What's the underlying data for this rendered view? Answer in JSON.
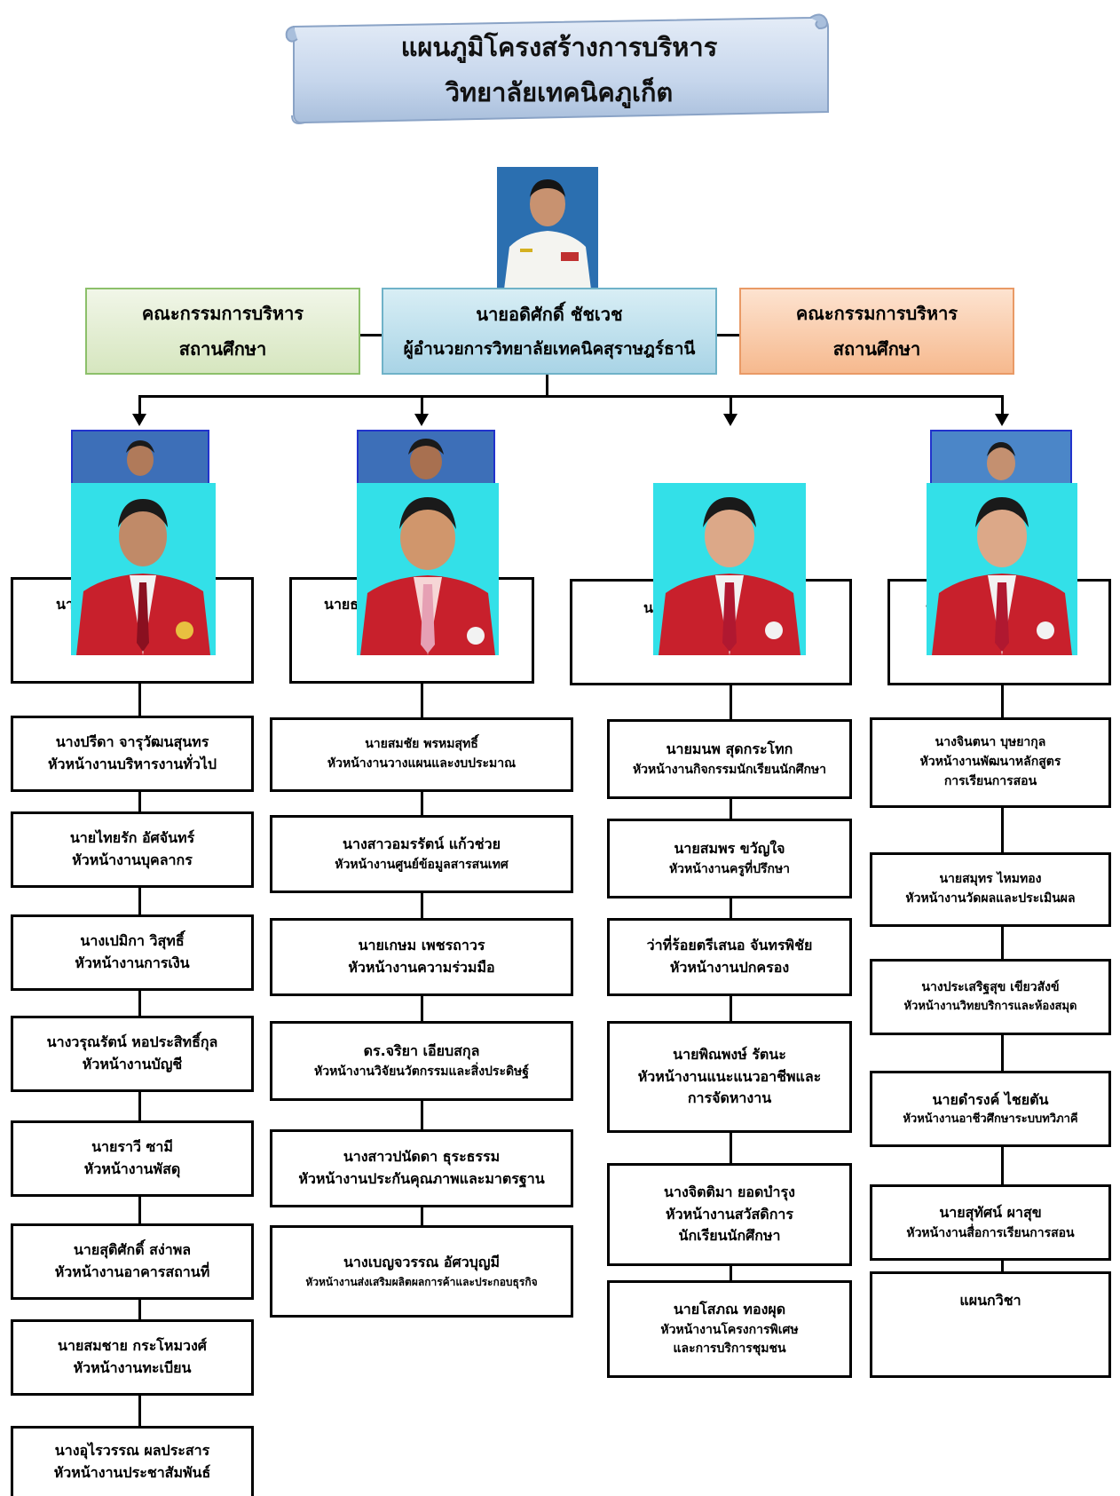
{
  "title": {
    "line1": "แผนภูมิโครงสร้างการบริหาร",
    "line2": "วิทยาลัยเทคนิคภูเก็ต"
  },
  "top": {
    "left_box": {
      "line1": "คณะกรรมการบริหาร",
      "line2": "สถานศึกษา"
    },
    "director": {
      "name": "นายอดิศักดิ์   ชัชเวช",
      "role": "ผู้อำนวยการวิทยาลัยเทคนิคสุราษฎร์ธานี"
    },
    "right_box": {
      "line1": "คณะกรรมการบริหาร",
      "line2": "สถานศึกษา"
    }
  },
  "deputies": [
    {
      "text": "นา"
    },
    {
      "text": "นายธ"
    },
    {
      "text": "นา"
    },
    {
      "text": "น"
    }
  ],
  "columns": [
    [
      {
        "name": "นางปรีดา   จารุวัฒนสุนทร",
        "role": "หัวหน้างานบริหารงานทั่วไป"
      },
      {
        "name": "นายไทยรัก  อัศจันทร์",
        "role": "หัวหน้างานบุคลากร"
      },
      {
        "name": "นางเปมิกา  วิสุทธิ์",
        "role": "หัวหน้างานการเงิน"
      },
      {
        "name": "นางวรุณรัตน์  หอประสิทธิ์กุล",
        "role": "หัวหน้างานบัญชี"
      },
      {
        "name": "นายราวี  ซามี",
        "role": "หัวหน้างานพัสดุ"
      },
      {
        "name": "นายสุติศักดิ์  สง่าพล",
        "role": "หัวหน้างานอาคารสถานที่"
      },
      {
        "name": "นายสมชาย  กระโหมวงศ์",
        "role": "หัวหน้างานทะเบียน"
      },
      {
        "name": "นางอุไรวรรณ  ผลประสาร",
        "role": "หัวหน้างานประชาสัมพันธ์"
      }
    ],
    [
      {
        "name": "นายสมชัย  พรหมสุทธิ์",
        "role": "หัวหน้างานวางแผนและงบประมาณ"
      },
      {
        "name": "นางสาวอมรรัตน์  แก้วช่วย",
        "role": "หัวหน้างานศูนย์ข้อมูลสารสนเทศ"
      },
      {
        "name": "นายเกษม  เพชรถาวร",
        "role": "หัวหน้างานความร่วมมือ"
      },
      {
        "name": "ดร.จริยา  เอียบสกุล",
        "role": "หัวหน้างานวิจัยนวัตกรรมและสิ่งประดิษฐ์"
      },
      {
        "name": "นางสาวปนัดดา  ธุระธรรม",
        "role": "หัวหน้างานประกันคุณภาพและมาตรฐาน"
      },
      {
        "name": "นางเบญจวรรณ  อัศวบุญมี",
        "role": "หัวหน้างานส่งเสริมผลิตผลการค้าและประกอบธุรกิจ"
      }
    ],
    [
      {
        "name": "นายมนพ  สุดกระโทก",
        "role": "หัวหน้างานกิจกรรมนักเรียนนักศึกษา"
      },
      {
        "name": "นายสมพร  ขวัญใจ",
        "role": "หัวหน้างานครูที่ปรึกษา"
      },
      {
        "name": "ว่าที่ร้อยตรีเสนอ  จันทรพิชัย",
        "role": "หัวหน้างานปกครอง"
      },
      {
        "name": "นายพิณพงษ์  รัตนะ",
        "role": "หัวหน้างานแนะแนวอาชีพและ",
        "role2": "การจัดหางาน"
      },
      {
        "name": "นางจิตติมา  ยอดบำรุง",
        "role": "หัวหน้างานสวัสดิการ",
        "role2": "นักเรียนนักศึกษา"
      },
      {
        "name": "นายโสภณ  ทองผุด",
        "role": "หัวหน้างานโครงการพิเศษ",
        "role2": "และการบริการชุมชน"
      }
    ],
    [
      {
        "name": "นางจินตนา  บุษยากุล",
        "role": "หัวหน้างานพัฒนาหลักสูตร",
        "role2": "การเรียนการสอน"
      },
      {
        "name": "นายสมุทร  ไหมทอง",
        "role": "หัวหน้างานวัดผลและประเมินผล"
      },
      {
        "name": "นางประเสริฐสุข  เขียวสังข์",
        "role": "หัวหน้างานวิทยบริการและห้องสมุด"
      },
      {
        "name": "นายดำรงค์  ไชยตัน",
        "role": "หัวหน้างานอาชีวศึกษาระบบทวิภาคี"
      },
      {
        "name": "นายสุทัศน์  ผาสุข",
        "role": "หัวหน้างานสื่อการเรียนการสอน"
      },
      {
        "name": "แผนกวิชา"
      }
    ]
  ],
  "colors": {
    "scroll_fill": "#c6d6ec",
    "green_box": "#e2ecd0",
    "blue_box": "#bfe0ec",
    "orange_box": "#f8cba8",
    "photo_bg": "#33e0e8",
    "blazer": "#c8202c"
  }
}
